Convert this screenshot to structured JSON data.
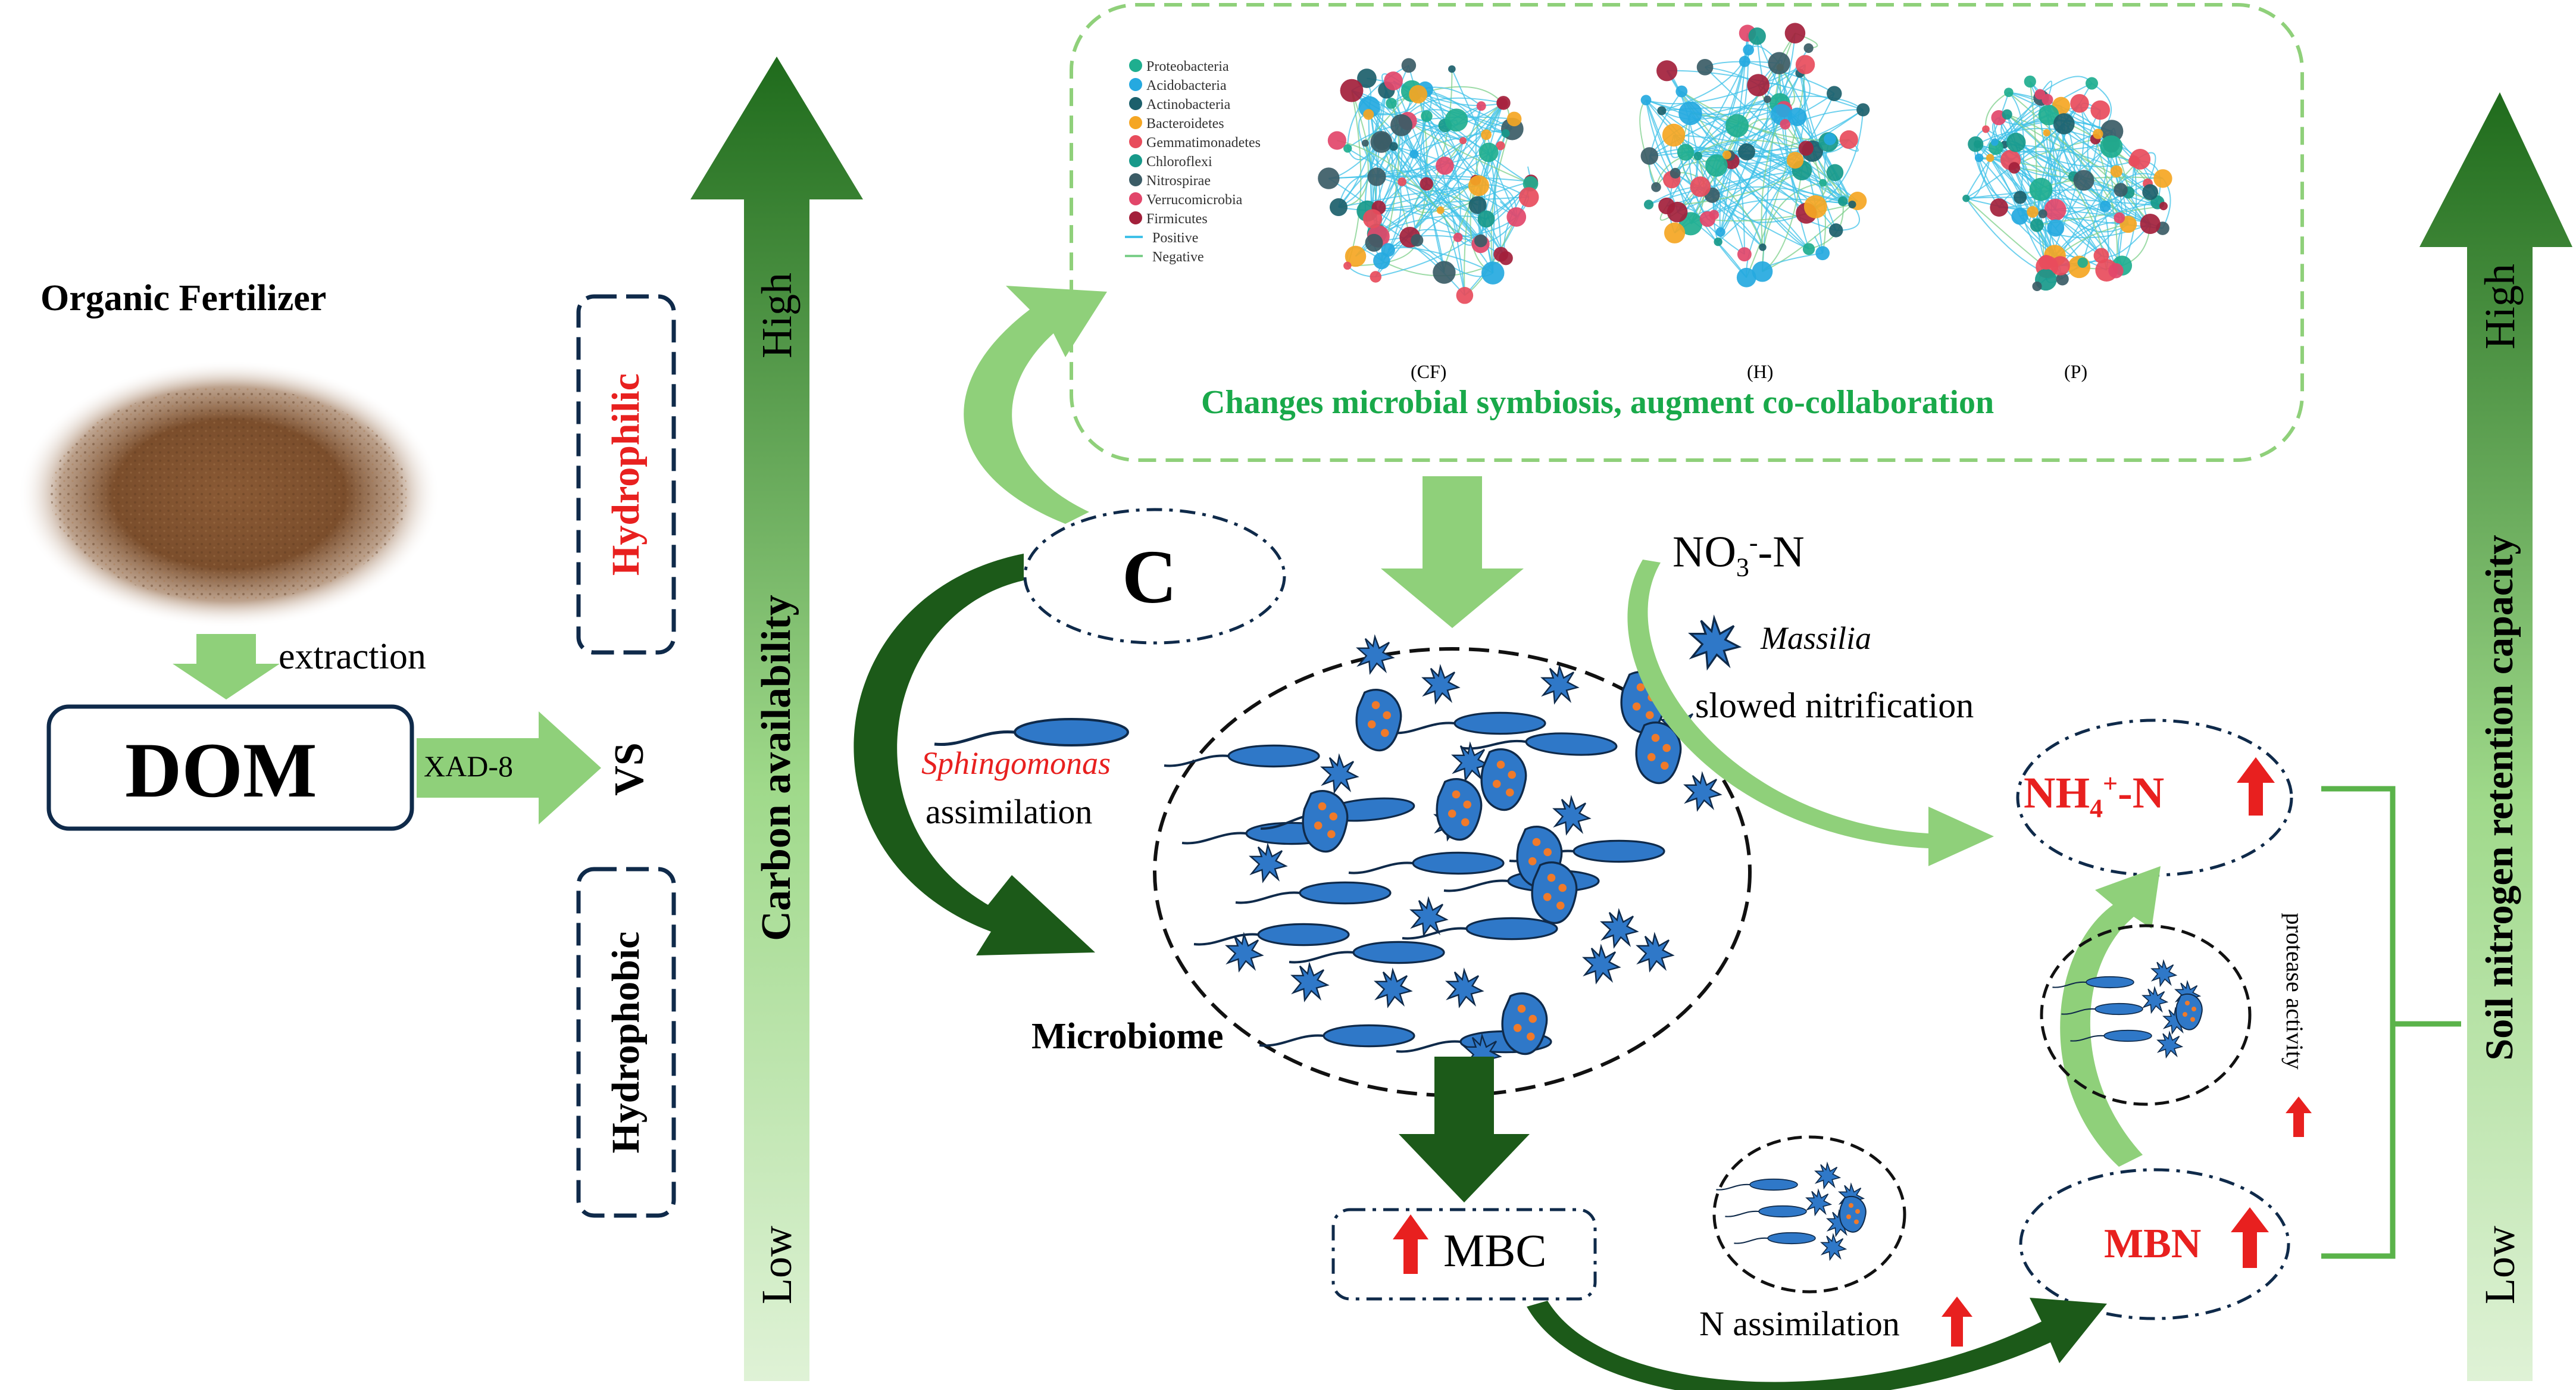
{
  "colors": {
    "dark_green": "#1c5a19",
    "mid_green": "#2e7d2a",
    "light_green": "#8fd07a",
    "pale_green": "#d7efcf",
    "line_green": "#5ab34a",
    "blue": "#2f78c8",
    "navy": "#0f2a4a",
    "red": "#e8201f",
    "title_green": "#19a94a",
    "orange": "#f07a2a"
  },
  "left": {
    "title": "Organic Fertilizer",
    "extraction": "extraction",
    "dom": "DOM",
    "xad": "XAD-8",
    "vs": "VS",
    "hydrophilic": "Hydrophilic",
    "hydrophobic": "Hydrophobic"
  },
  "carbon_axis": {
    "label": "Carbon availability",
    "high": "High",
    "low": "Low"
  },
  "nitrogen_axis": {
    "label": "Soil nitrogen retention capacity",
    "high": "High",
    "low": "Low"
  },
  "network_panel": {
    "legend": [
      {
        "name": "Proteobacteria",
        "color": "#1fae8f"
      },
      {
        "name": "Acidobacteria",
        "color": "#25a9e0"
      },
      {
        "name": "Actinobacteria",
        "color": "#1c5f6b"
      },
      {
        "name": "Bacteroidetes",
        "color": "#f5a623"
      },
      {
        "name": "Gemmatimonadetes",
        "color": "#e84c5c"
      },
      {
        "name": "Chloroflexi",
        "color": "#17998a"
      },
      {
        "name": "Nitrospirae",
        "color": "#3b5c66"
      },
      {
        "name": "Verrucomicrobia",
        "color": "#e2466a"
      },
      {
        "name": "Firmicutes",
        "color": "#a3203b"
      }
    ],
    "edge_legend": [
      {
        "name": "Positive",
        "color": "#3fc1e8"
      },
      {
        "name": "Negative",
        "color": "#7ccf8a"
      }
    ],
    "networks": [
      "(CF)",
      "(H)",
      "(P)"
    ],
    "caption": "Changes microbial symbiosis, augment co-collaboration"
  },
  "center": {
    "c_label": "C",
    "sphingomonas": "Sphingomonas",
    "assimilation": "assimilation",
    "microbiome": "Microbiome"
  },
  "nitrogen": {
    "no3": "NO",
    "no3_sub": "3",
    "no3_sup": "-",
    "no3_suffix": "-N",
    "massilia": "Massilia",
    "slowed": "slowed nitrification",
    "nh4": "NH",
    "nh4_sub": "4",
    "nh4_sup": "+",
    "nh4_suffix": "-N",
    "protease": "protease activity",
    "mbc": "MBC",
    "mbn": "MBN",
    "n_assim": "N assimilation"
  }
}
